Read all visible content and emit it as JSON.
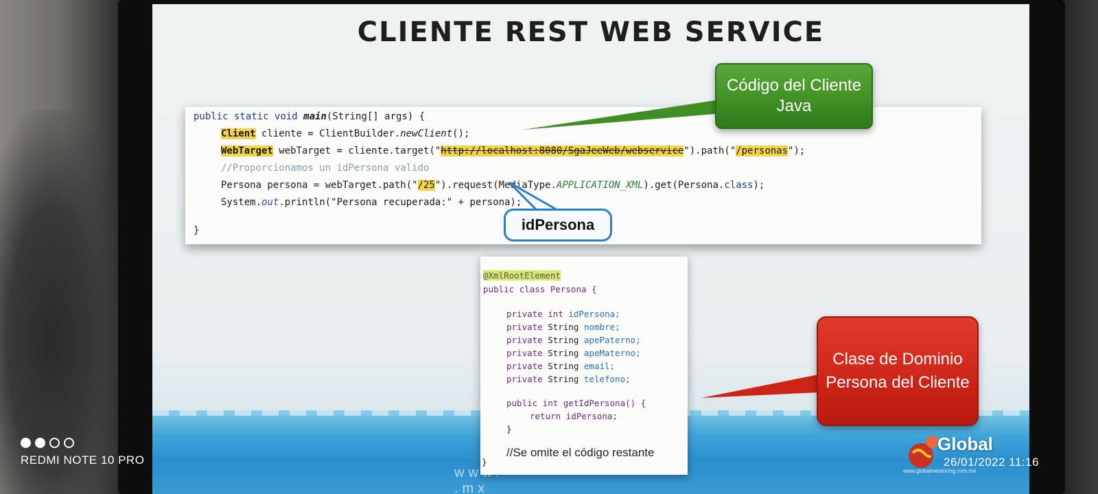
{
  "slide": {
    "title": "CLIENTE REST WEB SERVICE",
    "footer_url_left": "www.",
    "footer_url_right": ".mx"
  },
  "java_code": {
    "line1_a": "public static void ",
    "line1_method": "main",
    "line1_b": "(String[] args) {",
    "line2_type": "Client",
    "line2_a": " cliente = ClientBuilder.",
    "line2_method": "newClient",
    "line2_b": "();",
    "line3_type": "WebTarget",
    "line3_a": " webTarget = cliente.target(\"",
    "line3_url": "http://localhost:8080/SgaJeeWeb/webservice",
    "line3_b": "\").path(\"",
    "line3_path": "/personas",
    "line3_c": "\");",
    "line4_comment": "//Proporcionamos un idPersona valido",
    "line5_a": "Persona persona = webTarget.path(\"",
    "line5_id": "/25",
    "line5_b": "\").request(MediaType.",
    "line5_const": "APPLICATION_XML",
    "line5_c": ").get(Persona.",
    "line5_kw": "class",
    "line5_d": ");",
    "line6_a": "System.",
    "line6_out": "out",
    "line6_b": ".println(\"Persona recuperada:\" + persona);",
    "line7": "}"
  },
  "callouts": {
    "green": "Código del Cliente Java",
    "blue": "idPersona",
    "red": "Clase de Dominio Persona del Cliente"
  },
  "persona_class": {
    "annotation": "@XmlRootElement",
    "decl": "public class Persona {",
    "fields": [
      {
        "mod": "private",
        "type": "int",
        "name": "idPersona;"
      },
      {
        "mod": "private",
        "type": "String",
        "name": "nombre;"
      },
      {
        "mod": "private",
        "type": "String",
        "name": "apePaterno;"
      },
      {
        "mod": "private",
        "type": "String",
        "name": "apeMaterno;"
      },
      {
        "mod": "private",
        "type": "String",
        "name": "email;"
      },
      {
        "mod": "private",
        "type": "String",
        "name": "telefono;"
      }
    ],
    "getter_sig": "public int getIdPersona() {",
    "getter_body": "return idPersona;",
    "getter_close": "}",
    "omitted_note": "//Se omite el código restante",
    "class_close": "}"
  },
  "logo": {
    "brand": "Global",
    "url": "www.globalmentoring.com.mx"
  },
  "device_overlay": {
    "model": "REDMI NOTE 10 PRO",
    "timestamp": "26/01/2022 11:16",
    "dots_filled": 2,
    "dots_total": 4
  },
  "colors": {
    "highlight_yellow": "#f2d24a",
    "callout_green": "#3f8f24",
    "callout_red": "#cc2416",
    "callout_blue_border": "#2f7fc0",
    "keyword_blue": "#1f3d8c"
  }
}
